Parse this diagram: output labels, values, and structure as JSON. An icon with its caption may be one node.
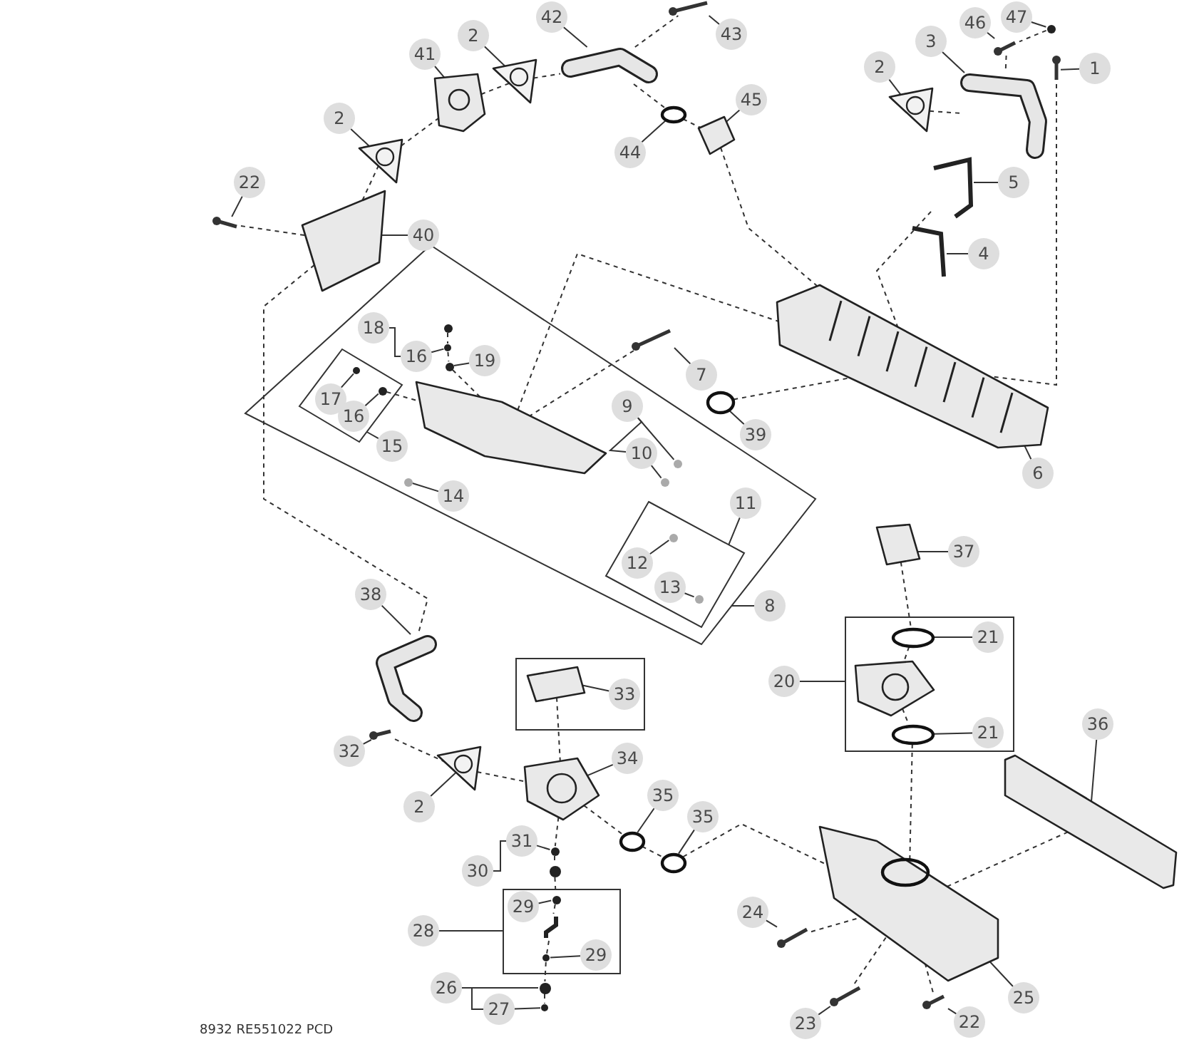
{
  "diagram": {
    "nodes": [
      {
        "text": [],
        "shape": "box"
      },
      {
        "text": [],
        "shape": "box",
        "in": 0
      },
      {
        "text": [],
        "shape": "box",
        "in": 0
      },
      {
        "text": [],
        "shape": "box"
      },
      {
        "text": [],
        "shape": "box"
      },
      {
        "text": [],
        "shape": "box"
      },
      {
        "text": [
          "42"
        ]
      },
      {
        "text": [
          "47"
        ]
      },
      {
        "text": [
          "46"
        ]
      },
      {
        "text": [
          "43"
        ]
      },
      {
        "text": [
          "2"
        ]
      },
      {
        "text": [
          "3"
        ]
      },
      {
        "text": [
          "41"
        ]
      },
      {
        "text": [
          "2"
        ]
      },
      {
        "text": [
          "1"
        ]
      },
      {
        "text": [
          "45"
        ]
      },
      {
        "text": [
          "2"
        ]
      },
      {
        "text": [
          "44"
        ]
      },
      {
        "text": [
          "22"
        ]
      },
      {
        "text": [
          "5"
        ]
      },
      {
        "text": [
          "40"
        ]
      },
      {
        "text": [
          "4"
        ]
      },
      {
        "text": [
          "18"
        ],
        "in": 0
      },
      {
        "text": [
          "16"
        ],
        "in": 0
      },
      {
        "text": [
          "7"
        ]
      },
      {
        "text": [
          "19"
        ],
        "in": 0
      },
      {
        "text": [
          "17"
        ],
        "in": 1
      },
      {
        "text": [
          "16"
        ],
        "in": 1
      },
      {
        "text": [
          "9"
        ],
        "in": 0
      },
      {
        "text": [
          "39"
        ]
      },
      {
        "text": [
          "15"
        ],
        "in": 0
      },
      {
        "text": [
          "6"
        ]
      },
      {
        "text": [
          "10"
        ],
        "in": 0
      },
      {
        "text": [
          "14"
        ],
        "in": 0
      },
      {
        "text": [
          "11"
        ],
        "in": 0
      },
      {
        "text": [
          "12"
        ],
        "in": 2
      },
      {
        "text": [
          "8"
        ]
      },
      {
        "text": [
          "13"
        ],
        "in": 2
      },
      {
        "text": [
          "37"
        ]
      },
      {
        "text": [
          "38"
        ]
      },
      {
        "text": [
          "21"
        ],
        "in": 4
      },
      {
        "text": [
          "20"
        ]
      },
      {
        "text": [
          "33"
        ],
        "in": 3
      },
      {
        "text": [
          "21"
        ],
        "in": 4
      },
      {
        "text": [
          "32"
        ]
      },
      {
        "text": [
          "34"
        ]
      },
      {
        "text": [
          "36"
        ]
      },
      {
        "text": [
          "35"
        ]
      },
      {
        "text": [
          "2"
        ]
      },
      {
        "text": [
          "35"
        ]
      },
      {
        "text": [
          "31"
        ]
      },
      {
        "text": [
          "30"
        ]
      },
      {
        "text": [
          "29"
        ],
        "in": 5
      },
      {
        "text": [
          "24"
        ]
      },
      {
        "text": [
          "28"
        ]
      },
      {
        "text": [
          "29"
        ],
        "in": 5
      },
      {
        "text": [
          "26"
        ]
      },
      {
        "text": [
          "25"
        ]
      },
      {
        "text": [
          "27"
        ]
      },
      {
        "text": [
          "23"
        ]
      },
      {
        "text": [
          "22"
        ]
      },
      {
        "text": [],
        "shape": "picture"
      },
      {
        "text": [],
        "shape": "circle"
      },
      {
        "text": [],
        "shape": "picture"
      },
      {
        "text": [],
        "shape": "picture"
      },
      {
        "text": [],
        "shape": "picture"
      },
      {
        "text": [],
        "shape": "picture"
      },
      {
        "text": [],
        "shape": "picture"
      },
      {
        "text": [],
        "shape": "picture"
      },
      {
        "text": [],
        "shape": "picture"
      },
      {
        "text": [],
        "shape": "picture"
      },
      {
        "text": [],
        "shape": "picture"
      },
      {
        "text": [],
        "shape": "circle"
      },
      {
        "text": [],
        "shape": "picture"
      },
      {
        "text": [],
        "shape": "picture"
      },
      {
        "text": [],
        "shape": "picture"
      },
      {
        "text": [],
        "shape": "picture"
      },
      {
        "text": [],
        "shape": "circle",
        "in": 0
      },
      {
        "text": [],
        "shape": "circle",
        "in": 0
      },
      {
        "text": [],
        "shape": "picture"
      },
      {
        "text": [],
        "shape": "circle",
        "in": 0
      },
      {
        "text": [],
        "shape": "circle",
        "in": 1
      },
      {
        "text": [],
        "shape": "circle",
        "in": 1
      },
      {
        "text": [],
        "shape": "circle",
        "in": 0
      },
      {
        "text": [],
        "shape": "circle"
      },
      {
        "text": [],
        "shape": "picture",
        "in": 0
      },
      {
        "text": [],
        "shape": "picture"
      },
      {
        "text": [],
        "shape": "circle",
        "in": 0
      },
      {
        "text": [],
        "shape": "circle",
        "in": 0
      },
      {
        "text": [],
        "shape": "circle",
        "in": 2
      },
      {
        "text": [],
        "shape": "circle",
        "in": 2
      },
      {
        "text": [],
        "shape": "picture"
      },
      {
        "text": [],
        "shape": "picture"
      },
      {
        "text": [],
        "shape": "circle",
        "in": 4
      },
      {
        "text": [],
        "shape": "picture",
        "in": 4
      },
      {
        "text": [],
        "shape": "circle",
        "in": 4
      },
      {
        "text": [],
        "shape": "picture",
        "in": 3
      },
      {
        "text": [],
        "shape": "picture"
      },
      {
        "text": [],
        "shape": "picture"
      },
      {
        "text": [],
        "shape": "circle"
      },
      {
        "text": [],
        "shape": "picture"
      },
      {
        "text": [],
        "shape": "circle"
      },
      {
        "text": [],
        "shape": "circle"
      },
      {
        "text": [],
        "shape": "circle"
      },
      {
        "text": [],
        "shape": "circle",
        "in": 5
      },
      {
        "text": [],
        "shape": "picture",
        "in": 5
      },
      {
        "text": [],
        "shape": "circle",
        "in": 5
      },
      {
        "text": [],
        "shape": "circle"
      },
      {
        "text": [],
        "shape": "circle"
      },
      {
        "text": [],
        "shape": "picture"
      },
      {
        "text": [],
        "shape": "picture"
      },
      {
        "text": [],
        "shape": "picture"
      },
      {
        "text": [],
        "shape": "picture"
      },
      {
        "text": [],
        "shape": "picture"
      }
    ],
    "edges": [
      {
        "from": 6,
        "to": 61,
        "arrow": "none"
      },
      {
        "from": 7,
        "to": 62,
        "arrow": "none"
      },
      {
        "from": 8,
        "to": 63,
        "arrow": "none"
      },
      {
        "from": 9,
        "to": 64,
        "arrow": "none"
      },
      {
        "from": 10,
        "to": 65,
        "arrow": "none"
      },
      {
        "from": 11,
        "to": 66,
        "arrow": "none"
      },
      {
        "from": 12,
        "to": 67,
        "arrow": "none"
      },
      {
        "from": 13,
        "to": 68,
        "arrow": "none"
      },
      {
        "from": 14,
        "to": 69,
        "arrow": "none"
      },
      {
        "from": 15,
        "to": 70,
        "arrow": "none"
      },
      {
        "from": 16,
        "to": 71,
        "arrow": "none"
      },
      {
        "from": 17,
        "to": 72,
        "arrow": "none"
      },
      {
        "from": 18,
        "to": 73,
        "arrow": "none"
      },
      {
        "from": 19,
        "to": 74,
        "arrow": "none"
      },
      {
        "from": 20,
        "to": 75,
        "arrow": "none"
      },
      {
        "from": 21,
        "to": 76,
        "arrow": "none"
      },
      {
        "from": 22,
        "to": 23,
        "arrow": "none"
      },
      {
        "from": 23,
        "to": 78,
        "arrow": "none"
      },
      {
        "from": 24,
        "to": 79,
        "arrow": "none"
      },
      {
        "from": 25,
        "to": 80,
        "arrow": "none"
      },
      {
        "from": 26,
        "to": 81,
        "arrow": "none"
      },
      {
        "from": 27,
        "to": 82,
        "arrow": "none"
      },
      {
        "from": 28,
        "to": 83,
        "arrow": "none"
      },
      {
        "from": 28,
        "to": 32,
        "arrow": "none"
      },
      {
        "from": 29,
        "to": 84,
        "arrow": "none"
      },
      {
        "from": 30,
        "to": 1,
        "arrow": "none"
      },
      {
        "from": 31,
        "to": 86,
        "arrow": "none"
      },
      {
        "from": 32,
        "to": 87,
        "arrow": "none"
      },
      {
        "from": 33,
        "to": 88,
        "arrow": "none"
      },
      {
        "from": 34,
        "to": 2,
        "arrow": "none"
      },
      {
        "from": 35,
        "to": 89,
        "arrow": "none"
      },
      {
        "from": 36,
        "to": 0,
        "arrow": "none"
      },
      {
        "from": 37,
        "to": 90,
        "arrow": "none"
      },
      {
        "from": 38,
        "to": 91,
        "arrow": "none"
      },
      {
        "from": 39,
        "to": 92,
        "arrow": "none"
      },
      {
        "from": 40,
        "to": 93,
        "arrow": "none"
      },
      {
        "from": 41,
        "to": 4,
        "arrow": "none"
      },
      {
        "from": 42,
        "to": 96,
        "arrow": "none"
      },
      {
        "from": 43,
        "to": 95,
        "arrow": "none"
      },
      {
        "from": 44,
        "to": 97,
        "arrow": "none"
      },
      {
        "from": 45,
        "to": 98,
        "arrow": "none"
      },
      {
        "from": 46,
        "to": 113,
        "arrow": "none"
      },
      {
        "from": 47,
        "to": 99,
        "arrow": "none"
      },
      {
        "from": 48,
        "to": 100,
        "arrow": "none"
      },
      {
        "from": 49,
        "to": 101,
        "arrow": "none"
      },
      {
        "from": 50,
        "to": 102,
        "arrow": "none"
      },
      {
        "from": 51,
        "to": 50,
        "arrow": "none"
      },
      {
        "from": 52,
        "to": 104,
        "arrow": "none"
      },
      {
        "from": 53,
        "to": 109,
        "arrow": "none"
      },
      {
        "from": 54,
        "to": 5,
        "arrow": "none"
      },
      {
        "from": 55,
        "to": 106,
        "arrow": "none"
      },
      {
        "from": 56,
        "to": 107,
        "arrow": "none"
      },
      {
        "from": 56,
        "to": 58,
        "arrow": "none"
      },
      {
        "from": 57,
        "to": 110,
        "arrow": "none"
      },
      {
        "from": 58,
        "to": 108,
        "arrow": "none"
      },
      {
        "from": 59,
        "to": 111,
        "arrow": "none"
      },
      {
        "from": 60,
        "to": 112,
        "arrow": "none"
      },
      {
        "from": 73,
        "to": 75,
        "arrow": "none",
        "style": "dashed"
      },
      {
        "from": 75,
        "to": 71,
        "arrow": "none",
        "style": "dashed"
      },
      {
        "from": 71,
        "to": 67,
        "arrow": "none",
        "style": "dashed"
      },
      {
        "from": 67,
        "to": 65,
        "arrow": "none",
        "style": "dashed"
      },
      {
        "from": 65,
        "to": 61,
        "arrow": "none",
        "style": "dashed"
      },
      {
        "from": 61,
        "to": 64,
        "arrow": "none",
        "style": "dashed"
      },
      {
        "from": 61,
        "to": 72,
        "arrow": "none",
        "style": "dashed"
      },
      {
        "from": 72,
        "to": 70,
        "arrow": "none",
        "style": "dashed"
      },
      {
        "from": 70,
        "to": 86,
        "arrow": "none",
        "style": "dashed"
      },
      {
        "from": 62,
        "to": 63,
        "arrow": "none",
        "style": "dashed"
      },
      {
        "from": 63,
        "to": 66,
        "arrow": "none",
        "style": "dashed"
      },
      {
        "from": 66,
        "to": 68,
        "arrow": "none",
        "style": "dashed"
      },
      {
        "from": 69,
        "to": 86,
        "arrow": "none",
        "style": "dashed"
      },
      {
        "from": 74,
        "to": 86,
        "arrow": "none",
        "style": "dashed"
      },
      {
        "from": 84,
        "to": 86,
        "arrow": "none",
        "style": "dashed"
      },
      {
        "from": 79,
        "to": 85,
        "arrow": "none",
        "style": "dashed"
      },
      {
        "from": 85,
        "to": 86,
        "arrow": "none",
        "style": "dashed"
      },
      {
        "from": 75,
        "to": 92,
        "arrow": "none",
        "style": "dashed"
      },
      {
        "from": 77,
        "to": 78,
        "arrow": "none",
        "style": "dashed"
      },
      {
        "from": 78,
        "to": 80,
        "arrow": "none",
        "style": "dashed"
      },
      {
        "from": 80,
        "to": 85,
        "arrow": "none",
        "style": "dashed"
      },
      {
        "from": 82,
        "to": 85,
        "arrow": "none",
        "style": "dashed"
      },
      {
        "from": 97,
        "to": 100,
        "arrow": "none",
        "style": "dashed"
      },
      {
        "from": 100,
        "to": 98,
        "arrow": "none",
        "style": "dashed"
      },
      {
        "from": 98,
        "to": 99,
        "arrow": "none",
        "style": "dashed"
      },
      {
        "from": 99,
        "to": 101,
        "arrow": "none",
        "style": "dashed"
      },
      {
        "from": 101,
        "to": 110,
        "arrow": "none",
        "style": "dashed"
      },
      {
        "from": 96,
        "to": 98,
        "arrow": "none",
        "style": "dashed"
      },
      {
        "from": 98,
        "to": 102,
        "arrow": "none",
        "style": "dashed"
      },
      {
        "from": 102,
        "to": 103,
        "arrow": "none",
        "style": "dashed"
      },
      {
        "from": 103,
        "to": 104,
        "arrow": "none",
        "style": "dashed"
      },
      {
        "from": 104,
        "to": 105,
        "arrow": "none",
        "style": "dashed"
      },
      {
        "from": 105,
        "to": 106,
        "arrow": "none",
        "style": "dashed"
      },
      {
        "from": 106,
        "to": 107,
        "arrow": "none",
        "style": "dashed"
      },
      {
        "from": 107,
        "to": 108,
        "arrow": "none",
        "style": "dashed"
      },
      {
        "from": 91,
        "to": 93,
        "arrow": "none",
        "style": "dashed"
      },
      {
        "from": 93,
        "to": 94,
        "arrow": "none",
        "style": "dashed"
      },
      {
        "from": 94,
        "to": 95,
        "arrow": "none",
        "style": "dashed"
      },
      {
        "from": 95,
        "to": 110,
        "arrow": "none",
        "style": "dashed"
      },
      {
        "from": 110,
        "to": 113,
        "arrow": "none",
        "style": "dashed"
      },
      {
        "from": 109,
        "to": 110,
        "arrow": "none",
        "style": "dashed"
      },
      {
        "from": 111,
        "to": 110,
        "arrow": "none",
        "style": "dashed"
      },
      {
        "from": 112,
        "to": 110,
        "arrow": "none",
        "style": "dashed"
      }
    ],
    "labels": [
      "8932 RE551022 PCD"
    ]
  }
}
